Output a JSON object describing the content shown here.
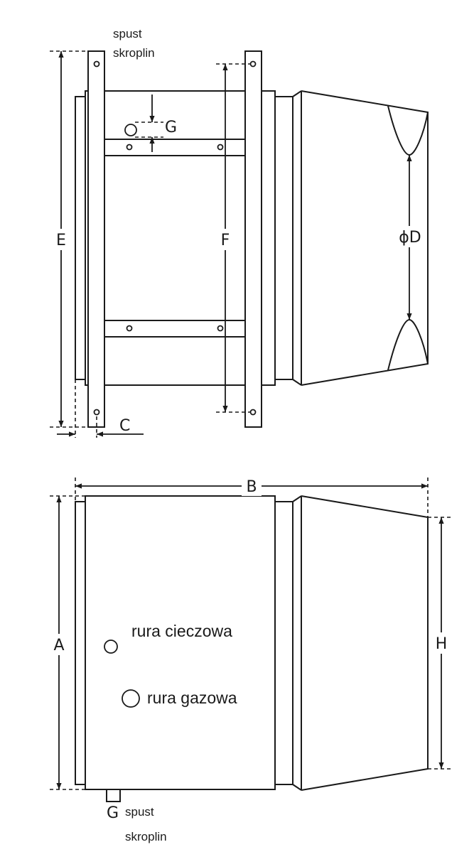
{
  "top_view": {
    "drain_label_line1": "spust",
    "drain_label_line2": "skroplin",
    "dim_e": "E",
    "dim_f": "F",
    "dim_g": "G",
    "dim_c": "C",
    "dim_d": "ϕD"
  },
  "side_view": {
    "dim_b": "B",
    "dim_a": "A",
    "dim_h": "H",
    "liquid_pipe_label": "rura cieczowa",
    "gas_pipe_label": "rura gazowa",
    "dim_g": "G",
    "drain_label_line1": "spust",
    "drain_label_line2": "skroplin"
  }
}
